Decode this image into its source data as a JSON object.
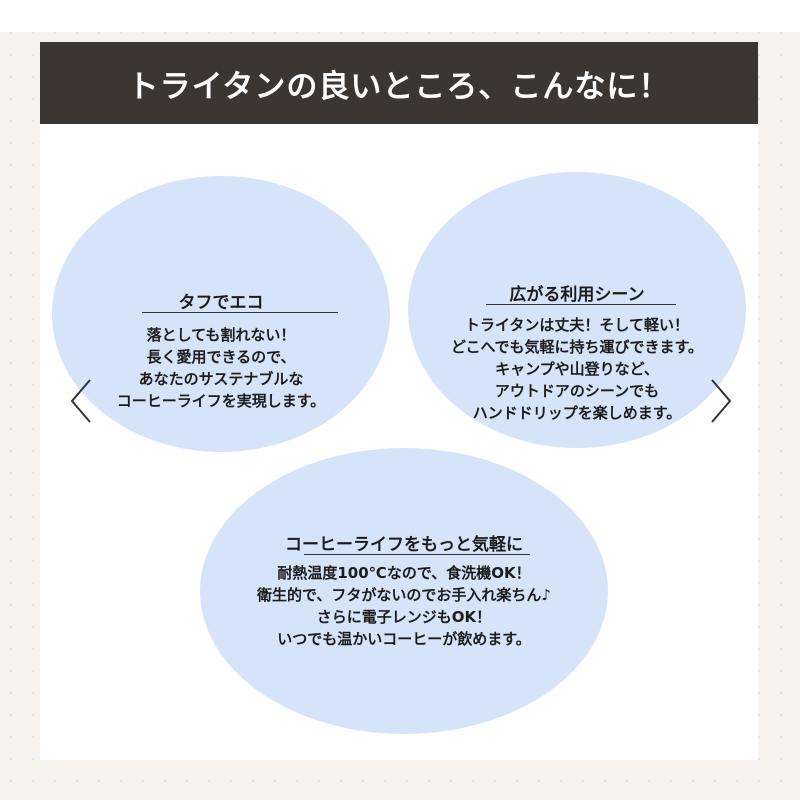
{
  "header": {
    "title": "トライタンの良いところ、こんなに！"
  },
  "cards": [
    {
      "title": "タフでエコ",
      "lines": [
        "落としても割れない！",
        "長く愛用できるので、",
        "あなたのサステナブルな",
        "コーヒーライフを実現します。"
      ]
    },
    {
      "title": "広がる利用シーン",
      "lines": [
        "トライタンは丈夫！そして軽い！",
        "どこへでも気軽に持ち運びできます。",
        "キャンプや山登りなど、",
        "アウトドアのシーンでも",
        "ハンドドリップを楽しめます。"
      ]
    },
    {
      "title": "コーヒーライフをもっと気軽に",
      "lines": [
        "耐熱温度100℃なので、食洗機OK！",
        "衛生的で、フタがないのでお手入れ楽ちん♪",
        "さらに電子レンジもOK！",
        "いつでも温かいコーヒーが飲めます。"
      ]
    }
  ],
  "colors": {
    "header_bg": "#3c3633",
    "circle_fill": "#d6e4fa",
    "page_bg": "#f6f3ef"
  },
  "icons": {
    "prev": "chevron-left-icon",
    "next": "chevron-right-icon"
  }
}
